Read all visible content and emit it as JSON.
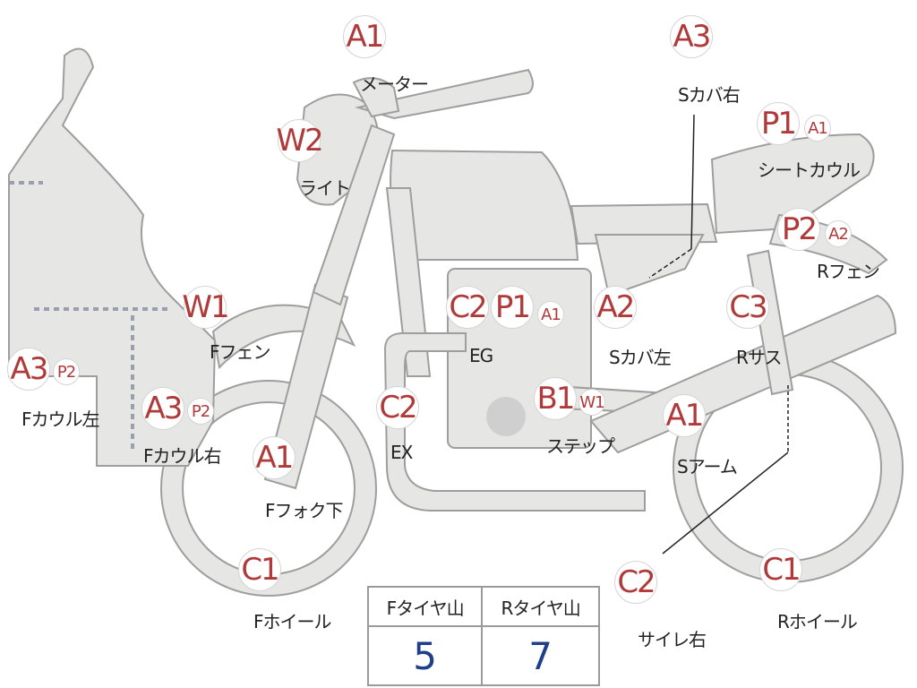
{
  "diagram": {
    "badges": {
      "meter": "A1",
      "light": "W2",
      "side_cover_right": "A3",
      "seat_cowl_p": "P1",
      "seat_cowl_a": "A1",
      "rear_fender_p": "P2",
      "rear_fender_a": "A2",
      "front_fender": "W1",
      "engine_c": "C2",
      "engine_p": "P1",
      "engine_a": "A1",
      "side_cover_left": "A2",
      "rear_suspension": "C3",
      "front_cowl_left_a": "A3",
      "front_cowl_left_p": "P2",
      "front_cowl_right_a": "A3",
      "front_cowl_right_p": "P2",
      "exhaust": "C2",
      "step_b": "B1",
      "step_w": "W1",
      "swing_arm": "A1",
      "front_fork_lower": "A1",
      "front_wheel": "C1",
      "rear_wheel": "C1",
      "silencer_right": "C2"
    },
    "labels": {
      "meter": "メーター",
      "light": "ライト",
      "side_cover_right": "Sカバ右",
      "seat_cowl": "シートカウル",
      "rear_fender": "Rフェン",
      "front_fender": "Fフェン",
      "engine": "EG",
      "side_cover_left": "Sカバ左",
      "rear_suspension": "Rサス",
      "front_cowl_left": "Fカウル左",
      "front_cowl_right": "Fカウル右",
      "exhaust": "EX",
      "step": "ステップ",
      "swing_arm": "Sアーム",
      "front_fork_lower": "Fフォク下",
      "front_wheel": "Fホイール",
      "rear_wheel": "Rホイール",
      "silencer_right": "サイレ右"
    }
  },
  "tread_table": {
    "headers": [
      "Fタイヤ山",
      "Rタイヤ山"
    ],
    "values": [
      "5",
      "7"
    ]
  }
}
